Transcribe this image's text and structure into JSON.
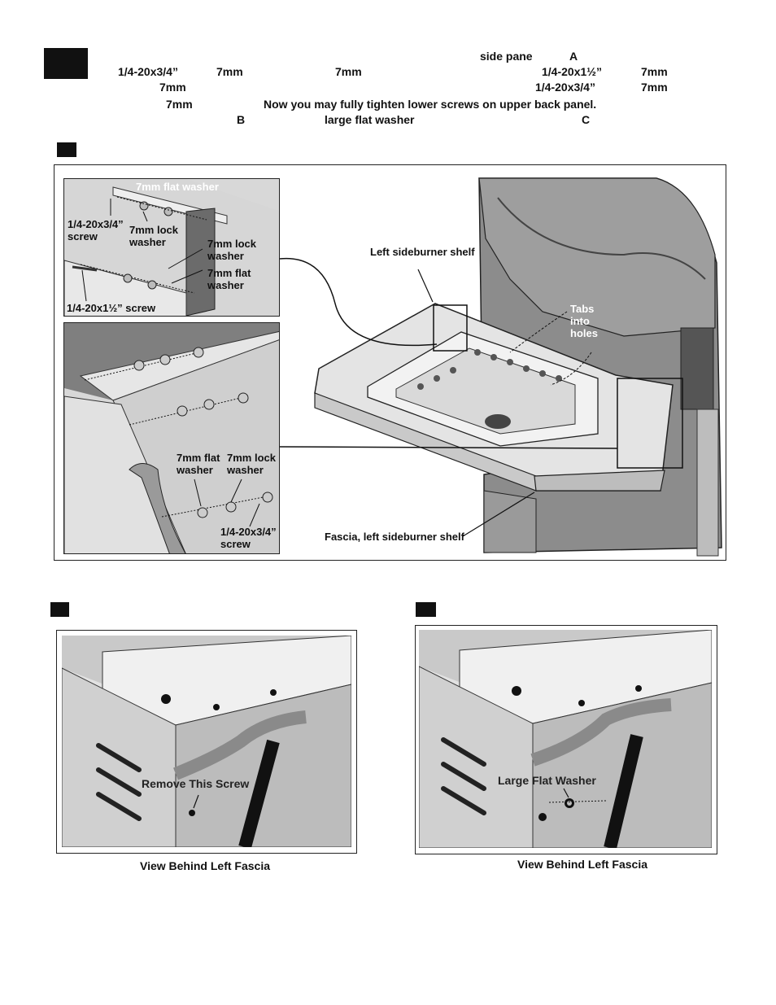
{
  "header": {
    "line1": {
      "side_panel": "side pane",
      "ref_a": "A"
    },
    "line2": {
      "screw_a": "1/4-20x3/4”",
      "nut_a": "7mm",
      "nut_b": "7mm",
      "screw_b": "1/4-20x1½”",
      "nut_c": "7mm"
    },
    "line3": {
      "nut_d": "7mm",
      "screw_c": "1/4-20x3/4”",
      "nut_e": "7mm"
    },
    "line4": {
      "nut_f": "7mm",
      "instruction": "Now you may fully tighten lower screws on upper back panel."
    },
    "line5": {
      "ref_b": "B",
      "washer": "large flat washer",
      "ref_c": "C"
    }
  },
  "figure_a": {
    "inset_top": {
      "flat_washer_top": "7mm flat washer",
      "screw_short": "1/4-20x3/4”\nscrew",
      "lock_washer_top": "7mm lock\nwasher",
      "lock_washer_mid": "7mm lock\nwasher",
      "flat_washer_mid": "7mm flat\nwasher",
      "screw_long": "1/4-20x1½” screw"
    },
    "inset_bottom": {
      "flat_washer": "7mm flat\nwasher",
      "lock_washer": "7mm lock\nwasher",
      "screw": "1/4-20x3/4”\nscrew"
    },
    "main": {
      "shelf_label": "Left sideburner shelf",
      "tabs_label": "Tabs\ninto\nholes",
      "fascia_label": "Fascia, left sideburner shelf"
    }
  },
  "figure_b": {
    "callout": "Remove This Screw",
    "caption": "View Behind Left Fascia"
  },
  "figure_c": {
    "callout": "Large Flat Washer",
    "caption": "View Behind Left Fascia"
  }
}
